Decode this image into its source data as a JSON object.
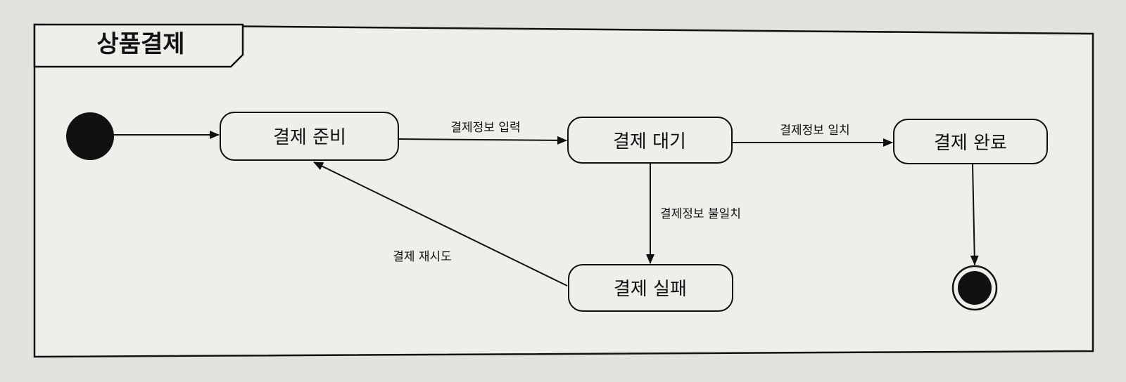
{
  "diagram": {
    "title": "상품결제",
    "states": [
      {
        "id": "ready",
        "label": "결제 준비"
      },
      {
        "id": "waiting",
        "label": "결제 대기"
      },
      {
        "id": "complete",
        "label": "결제 완료"
      },
      {
        "id": "failed",
        "label": "결제 실패"
      }
    ],
    "transitions": [
      {
        "from": "initial",
        "to": "ready",
        "label": ""
      },
      {
        "from": "ready",
        "to": "waiting",
        "label": "결제정보 입력"
      },
      {
        "from": "waiting",
        "to": "complete",
        "label": "결제정보 일치"
      },
      {
        "from": "waiting",
        "to": "failed",
        "label": "결제정보 불일치"
      },
      {
        "from": "failed",
        "to": "ready",
        "label": "결제 재시도"
      },
      {
        "from": "complete",
        "to": "final",
        "label": ""
      }
    ]
  }
}
